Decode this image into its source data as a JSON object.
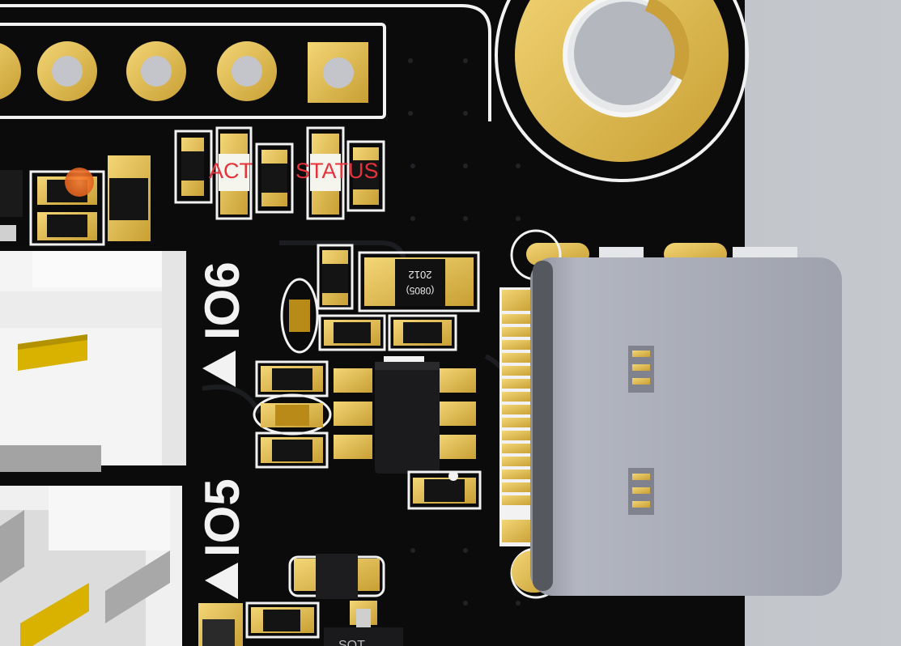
{
  "board": {
    "led_labels": [
      "ACT",
      "STATUS"
    ],
    "connector_labels": [
      "IO6",
      "IO5"
    ],
    "inductor_marking": [
      "(0805)",
      "2012"
    ],
    "ic_marking_partial": "SOT"
  },
  "colors": {
    "pcb": "#0b0b0c",
    "gold": "#e2be52",
    "gold_dark": "#b79430",
    "silkscreen": "#f2f2f2",
    "label_red": "#e8323a",
    "usb_shell": "#a7aab5",
    "white_connector": "#f4f4f4"
  }
}
